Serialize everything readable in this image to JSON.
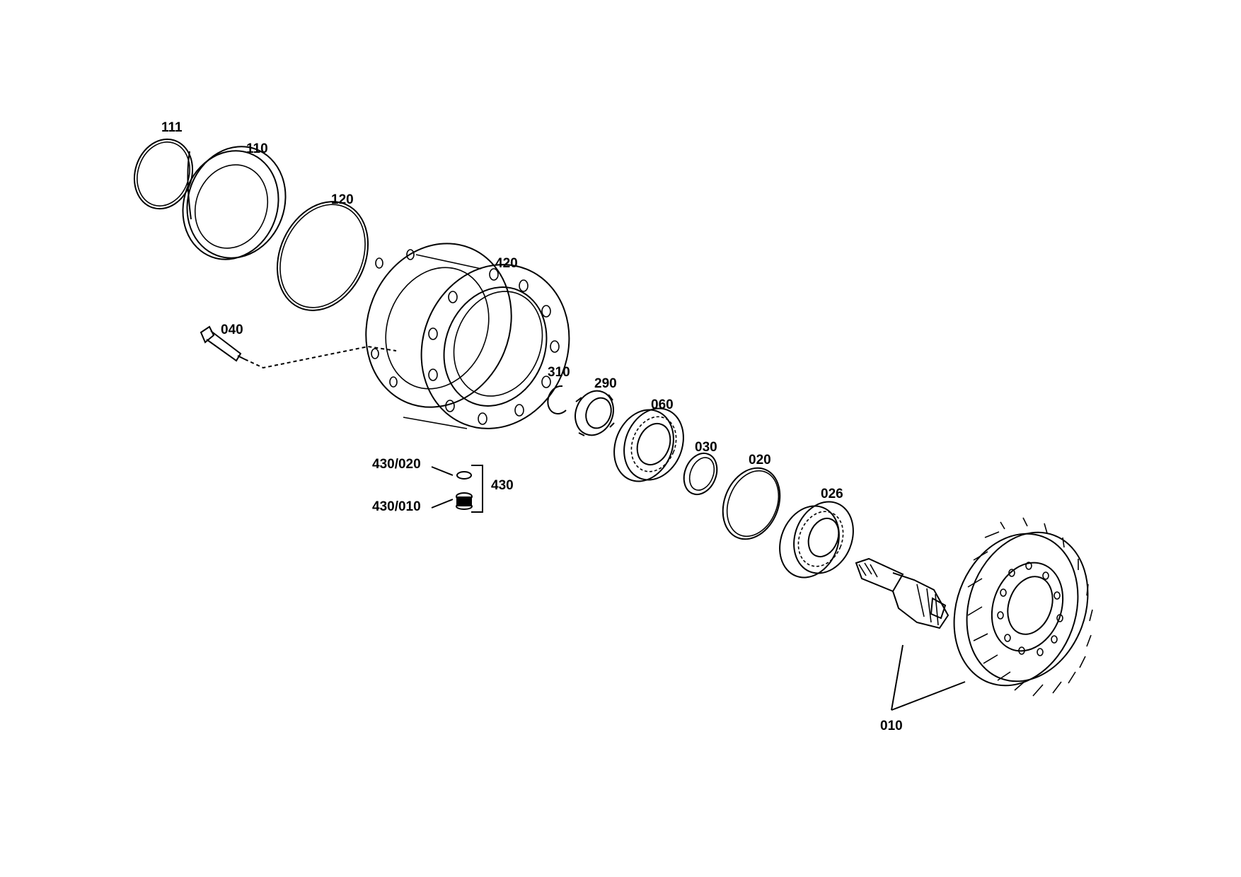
{
  "labels": {
    "p111": "111",
    "p110": "110",
    "p120": "120",
    "p420": "420",
    "p040": "040",
    "p310": "310",
    "p290": "290",
    "p060": "060",
    "p030": "030",
    "p020": "020",
    "p026": "026",
    "p430_020": "430/020",
    "p430_010": "430/010",
    "p430": "430",
    "p010": "010"
  }
}
